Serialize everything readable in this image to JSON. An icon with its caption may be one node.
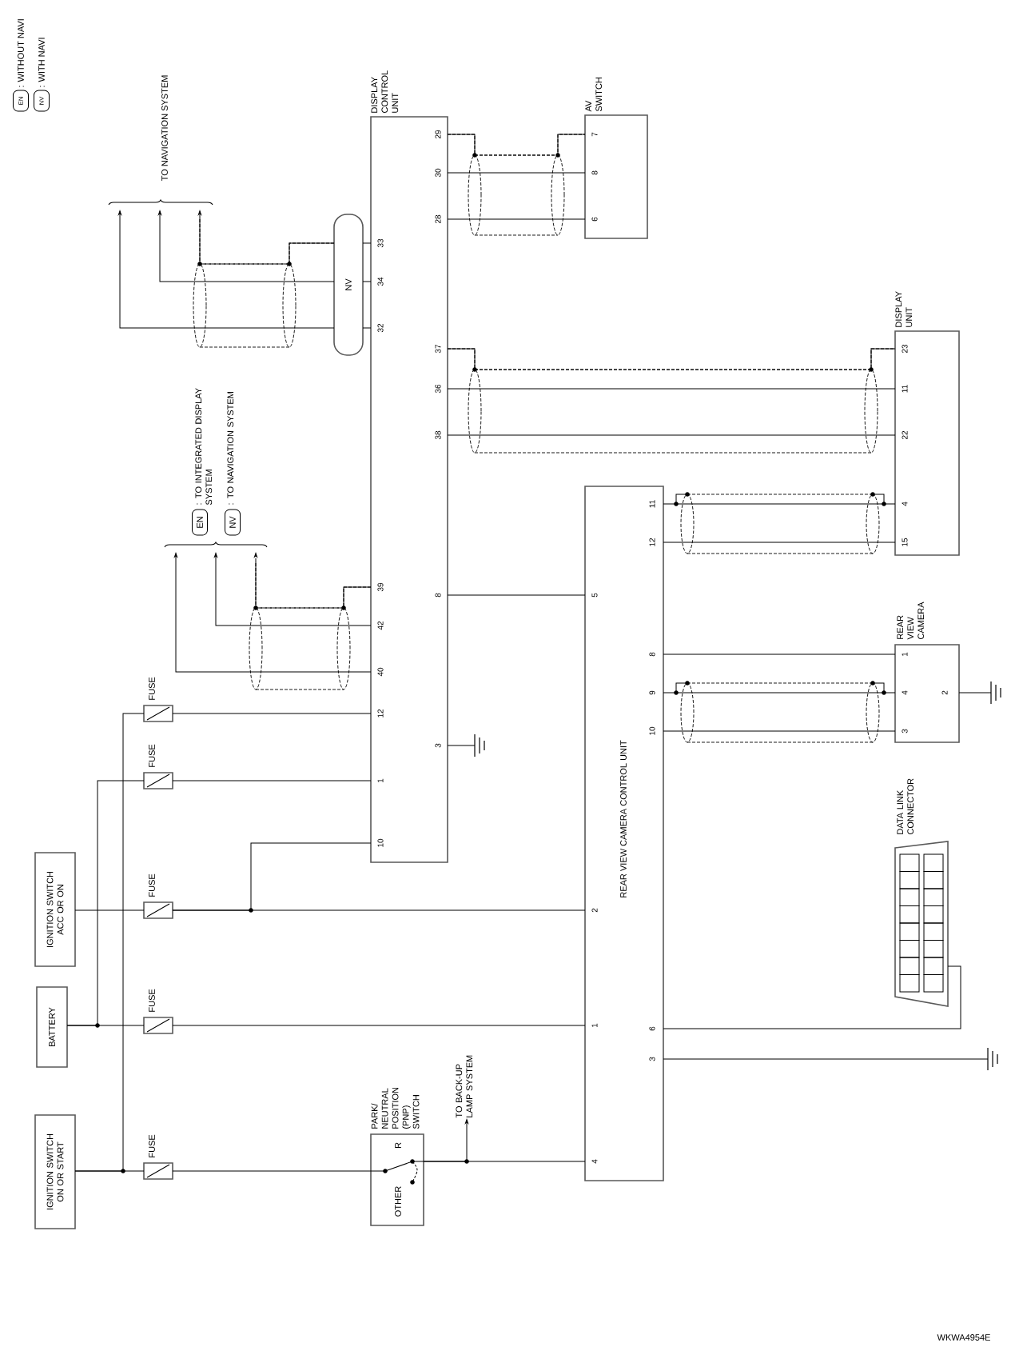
{
  "diagram": {
    "nodes": [
      {
        "text": [
          "DISPLAY CONTROL UNIT"
        ]
      },
      {
        "text": [
          "NV"
        ]
      },
      {
        "text": [
          "AV SWITCH"
        ]
      },
      {
        "text": [
          "DISPLAY UNIT"
        ]
      },
      {
        "text": [
          "REAR VIEW CAMERA CONTROL UNIT"
        ]
      },
      {
        "text": [
          "REAR VIEW CAMERA"
        ]
      },
      {
        "text": [
          "DATA LINK CONNECTOR"
        ]
      },
      {
        "text": [
          "IGNITION SWITCH ACC OR ON"
        ]
      },
      {
        "text": [
          "BATTERY"
        ]
      },
      {
        "text": [
          "IGNITION SWITCH ON OR START"
        ]
      },
      {
        "text": [
          "FUSE"
        ]
      },
      {
        "text": [
          "FUSE"
        ]
      },
      {
        "text": [
          "FUSE"
        ]
      },
      {
        "text": [
          "FUSE"
        ]
      },
      {
        "text": [
          "FUSE"
        ]
      },
      {
        "text": [
          "PARK/ NEUTRAL POSITION (PNP) SWITCH",
          "R",
          "OTHER"
        ]
      },
      {
        "text": [
          "TO NAVIGATION SYSTEM"
        ]
      },
      {
        "text": [
          "EN",
          ": TO INTEGRATED DISPLAY SYSTEM",
          "NV",
          ": TO NAVIGATION SYSTEM"
        ]
      },
      {
        "text": [
          "TO BACK-UP LAMP SYSTEM"
        ]
      },
      {
        "text": [],
        "shape": "ground"
      },
      {
        "text": [],
        "shape": "ground"
      },
      {
        "text": [],
        "shape": "ground"
      }
    ],
    "edges": [
      {
        "from": 0,
        "to": 1,
        "arrow": "none"
      },
      {
        "from": 0,
        "to": 1,
        "arrow": "none"
      },
      {
        "from": 0,
        "to": 1,
        "arrow": "none"
      },
      {
        "from": 1,
        "to": 16,
        "arrow": "to",
        "style": "dashed"
      },
      {
        "from": 1,
        "to": 16,
        "arrow": "to"
      },
      {
        "from": 1,
        "to": 16,
        "arrow": "to"
      },
      {
        "from": 0,
        "to": 2,
        "arrow": "none",
        "style": "dashed"
      },
      {
        "from": 0,
        "to": 2,
        "arrow": "none"
      },
      {
        "from": 0,
        "to": 2,
        "arrow": "none"
      },
      {
        "from": 0,
        "to": 3,
        "arrow": "none",
        "style": "dashed"
      },
      {
        "from": 0,
        "to": 3,
        "arrow": "none"
      },
      {
        "from": 0,
        "to": 3,
        "arrow": "none"
      },
      {
        "from": 0,
        "to": 17,
        "arrow": "to",
        "style": "dashed"
      },
      {
        "from": 0,
        "to": 17,
        "arrow": "to"
      },
      {
        "from": 0,
        "to": 17,
        "arrow": "to"
      },
      {
        "from": 0,
        "to": 4,
        "arrow": "none"
      },
      {
        "from": 0,
        "to": 19,
        "arrow": "none"
      },
      {
        "from": 4,
        "to": 3,
        "arrow": "none"
      },
      {
        "from": 4,
        "to": 3,
        "arrow": "none"
      },
      {
        "from": 4,
        "to": 5,
        "arrow": "none"
      },
      {
        "from": 4,
        "to": 5,
        "arrow": "none"
      },
      {
        "from": 4,
        "to": 5,
        "arrow": "none"
      },
      {
        "from": 5,
        "to": 20,
        "arrow": "none"
      },
      {
        "from": 4,
        "to": 6,
        "arrow": "none"
      },
      {
        "from": 4,
        "to": 21,
        "arrow": "none"
      },
      {
        "from": 7,
        "to": 12,
        "arrow": "none"
      },
      {
        "from": 12,
        "to": 4,
        "arrow": "none"
      },
      {
        "from": 12,
        "to": 0,
        "arrow": "none"
      },
      {
        "from": 8,
        "to": 13,
        "arrow": "none"
      },
      {
        "from": 13,
        "to": 4,
        "arrow": "none"
      },
      {
        "from": 8,
        "to": 11,
        "arrow": "none"
      },
      {
        "from": 11,
        "to": 0,
        "arrow": "none"
      },
      {
        "from": 9,
        "to": 14,
        "arrow": "none"
      },
      {
        "from": 9,
        "to": 10,
        "arrow": "none"
      },
      {
        "from": 10,
        "to": 0,
        "arrow": "none"
      },
      {
        "from": 14,
        "to": 15,
        "arrow": "none"
      },
      {
        "from": 15,
        "to": 4,
        "arrow": "none"
      },
      {
        "from": 15,
        "to": 18,
        "arrow": "to"
      }
    ],
    "labels": [
      "EN",
      "NV",
      "33",
      "34",
      "32",
      "39",
      "42",
      "40",
      "12",
      "1",
      "10",
      "29",
      "30",
      "28",
      "37",
      "36",
      "38",
      "8",
      "3",
      "7",
      "8",
      "6",
      "23",
      "11",
      "22",
      "4",
      "15",
      "5",
      "2",
      "1",
      "4",
      "11",
      "12",
      "8",
      "9",
      "10",
      "6",
      "3",
      "1",
      "4",
      "3",
      "2",
      "WKWA4954E"
    ],
    "legend": [
      {
        "text": ": WITHOUT NAVI"
      },
      {
        "text": ": WITH NAVI"
      }
    ]
  }
}
